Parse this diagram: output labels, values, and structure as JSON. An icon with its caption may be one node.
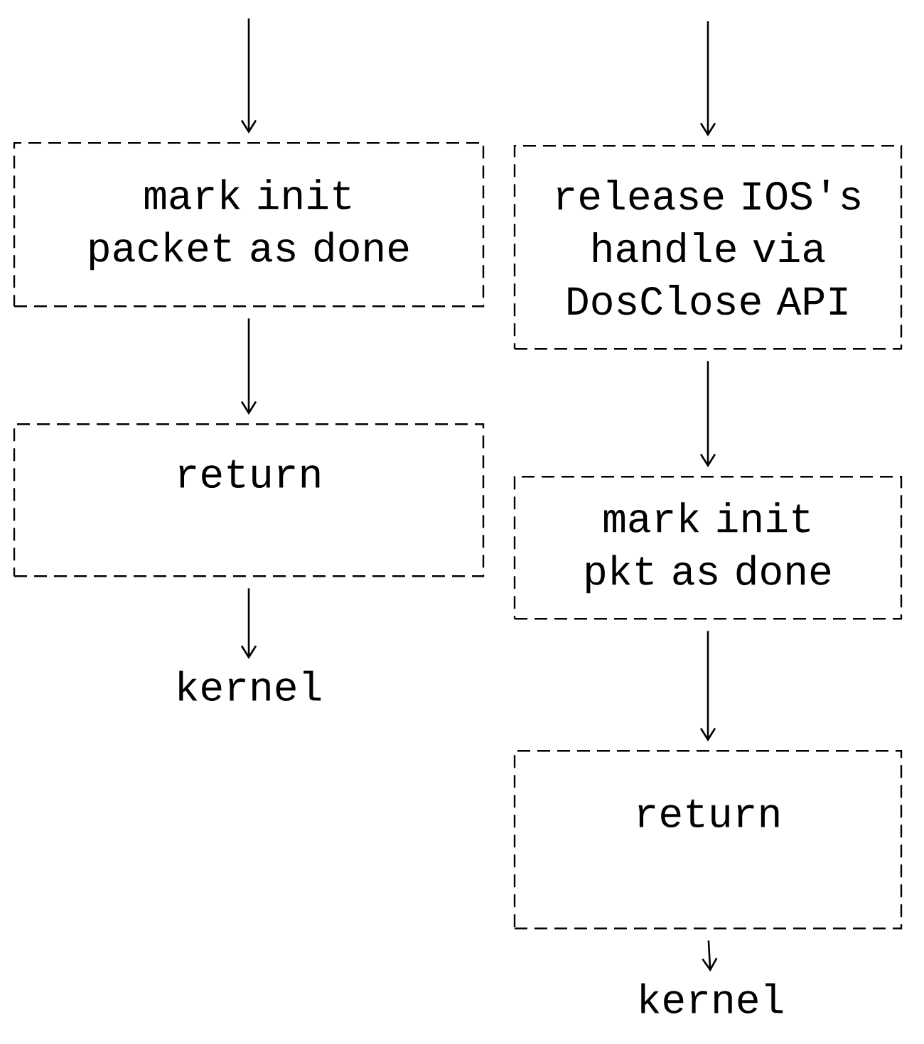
{
  "diagram": {
    "nodes": [
      {
        "text": [
          "mark init packet as done"
        ]
      },
      {
        "text": [
          "return"
        ]
      },
      {
        "text": [
          "kernel"
        ]
      },
      {
        "text": [
          "release IOS's handle via DosClose API"
        ]
      },
      {
        "text": [
          "mark init pkt as done"
        ]
      },
      {
        "text": [
          "return"
        ]
      },
      {
        "text": [
          "kernel"
        ]
      }
    ],
    "edges": [
      {
        "from": null,
        "to": 0,
        "arrow": "to"
      },
      {
        "from": 0,
        "to": 1,
        "arrow": "to"
      },
      {
        "from": 1,
        "to": 2,
        "arrow": "to"
      },
      {
        "from": null,
        "to": 3,
        "arrow": "to"
      },
      {
        "from": 3,
        "to": 4,
        "arrow": "to"
      },
      {
        "from": 4,
        "to": 5,
        "arrow": "to"
      },
      {
        "from": 5,
        "to": 6,
        "arrow": "to"
      }
    ]
  }
}
